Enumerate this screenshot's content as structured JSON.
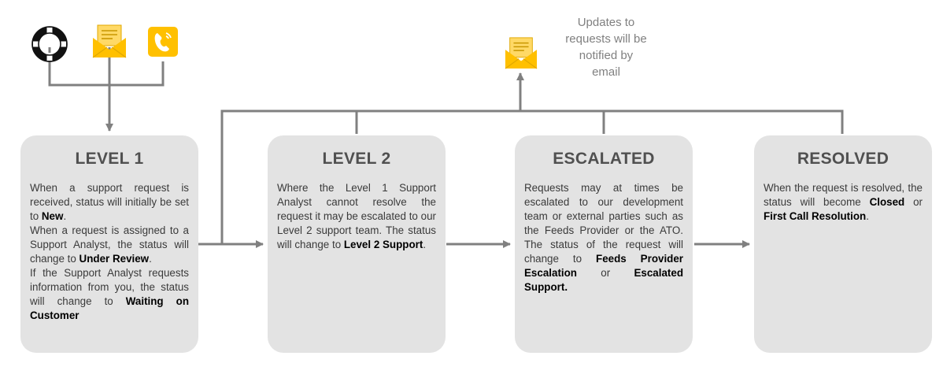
{
  "note": {
    "lines": [
      "Updates to",
      "requests will be",
      "notified by",
      "email"
    ]
  },
  "icons": {
    "channels": [
      "lifebuoy-icon",
      "email-icon",
      "phone-icon"
    ],
    "notification": "email-icon"
  },
  "colors": {
    "box_fill": "#e3e3e3",
    "connector": "#808080",
    "icon_yellow": "#ffc000",
    "title_text": "#505050"
  },
  "stages": [
    {
      "title": "LEVEL 1",
      "paragraphs": [
        [
          "When a support request is received, status will initially be set to ",
          {
            "b": "New"
          },
          "."
        ],
        [
          "When a request is assigned to a Support Analyst, the status will change to ",
          {
            "b": "Under Review"
          },
          "."
        ],
        [
          "If the Support Analyst requests information from you, the status will change to ",
          {
            "b": "Waiting on Customer"
          }
        ]
      ]
    },
    {
      "title": "LEVEL 2",
      "paragraphs": [
        [
          "Where the Level 1 Support Analyst cannot resolve the request it may be escalated to our Level 2 support team. The status will change to ",
          {
            "b": "Level 2 Support"
          },
          "."
        ]
      ]
    },
    {
      "title": "ESCALATED",
      "paragraphs": [
        [
          "Requests may at times be escalated to our development team or external parties such as the Feeds Provider or the ATO. The status of the request will change to ",
          {
            "b": "Feeds Provider Escalation"
          },
          " or ",
          {
            "b": "Escalated Support."
          }
        ]
      ]
    },
    {
      "title": "RESOLVED",
      "paragraphs": [
        [
          "When the request is resolved, the status will become ",
          {
            "b": "Closed"
          },
          " or ",
          {
            "b": "First Call Resolution"
          },
          "."
        ]
      ]
    }
  ]
}
